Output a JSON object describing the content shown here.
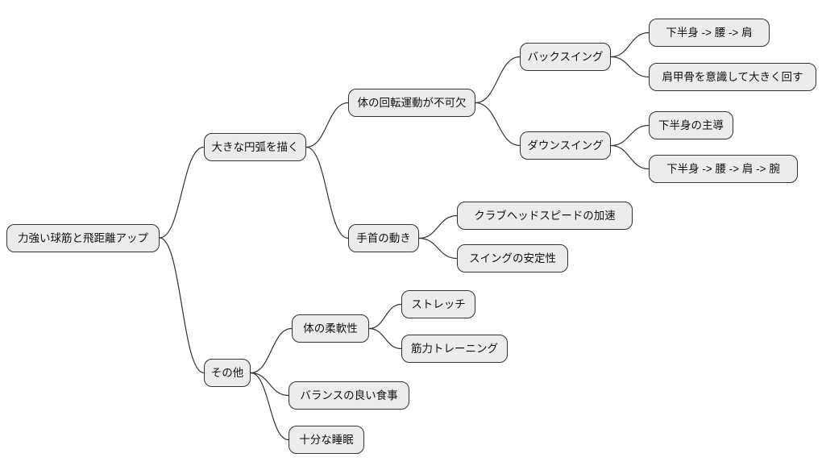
{
  "diagram": {
    "type": "mindmap",
    "orientation": "left-to-right",
    "colors": {
      "background": "#ffffff",
      "node_fill": "#ececec",
      "node_border": "#333333",
      "edge": "#333333",
      "text": "#111111"
    },
    "root": {
      "label": "力強い球筋と飛距離アップ",
      "children": [
        {
          "label": "大きな円弧を描く",
          "children": [
            {
              "label": "体の回転運動が不可欠",
              "children": [
                {
                  "label": "バックスイング",
                  "children": [
                    {
                      "label": "下半身 -> 腰 -> 肩"
                    },
                    {
                      "label": "肩甲骨を意識して大きく回す"
                    }
                  ]
                },
                {
                  "label": "ダウンスイング",
                  "children": [
                    {
                      "label": "下半身の主導"
                    },
                    {
                      "label": "下半身 -> 腰 -> 肩 -> 腕"
                    }
                  ]
                }
              ]
            },
            {
              "label": "手首の動き",
              "children": [
                {
                  "label": "クラブヘッドスピードの加速"
                },
                {
                  "label": "スイングの安定性"
                }
              ]
            }
          ]
        },
        {
          "label": "その他",
          "children": [
            {
              "label": "体の柔軟性",
              "children": [
                {
                  "label": "ストレッチ"
                },
                {
                  "label": "筋力トレーニング"
                }
              ]
            },
            {
              "label": "バランスの良い食事"
            },
            {
              "label": "十分な睡眠"
            }
          ]
        }
      ]
    }
  }
}
